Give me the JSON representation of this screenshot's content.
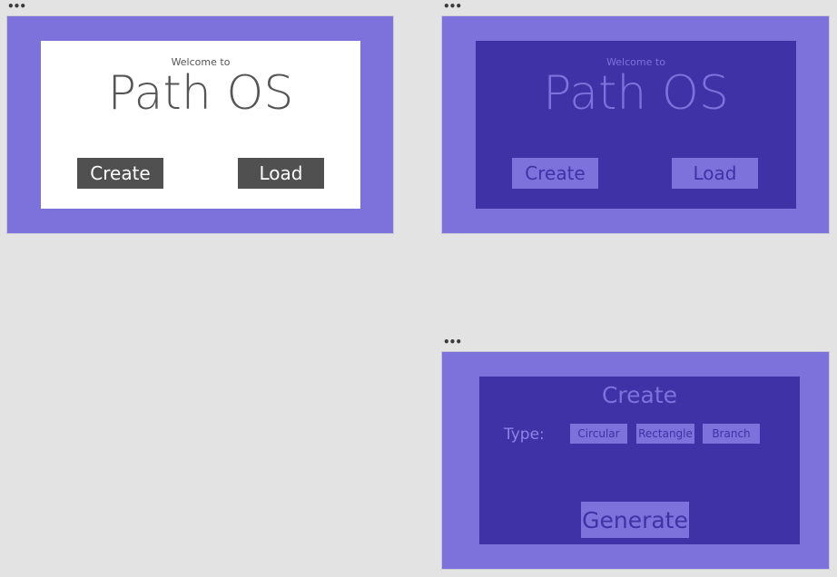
{
  "frames": [
    {
      "menu_icon": "more-dots-icon",
      "welcome": "Welcome to",
      "title": "Path OS",
      "create_label": "Create",
      "load_label": "Load"
    },
    {
      "menu_icon": "more-dots-icon",
      "welcome": "Welcome to",
      "title": "Path OS",
      "create_label": "Create",
      "load_label": "Load"
    },
    {
      "menu_icon": "more-dots-icon",
      "title": "Create",
      "type_label": "Type:",
      "type_options": [
        "Circular",
        "Rectangle",
        "Branch"
      ],
      "generate_label": "Generate"
    }
  ],
  "colors": {
    "background": "#e3e3e3",
    "frame_purple": "#7d72dc",
    "panel_dark": "#3e32a6",
    "panel_light": "#ffffff",
    "button_gray": "#505050",
    "text_gray": "#555555"
  }
}
